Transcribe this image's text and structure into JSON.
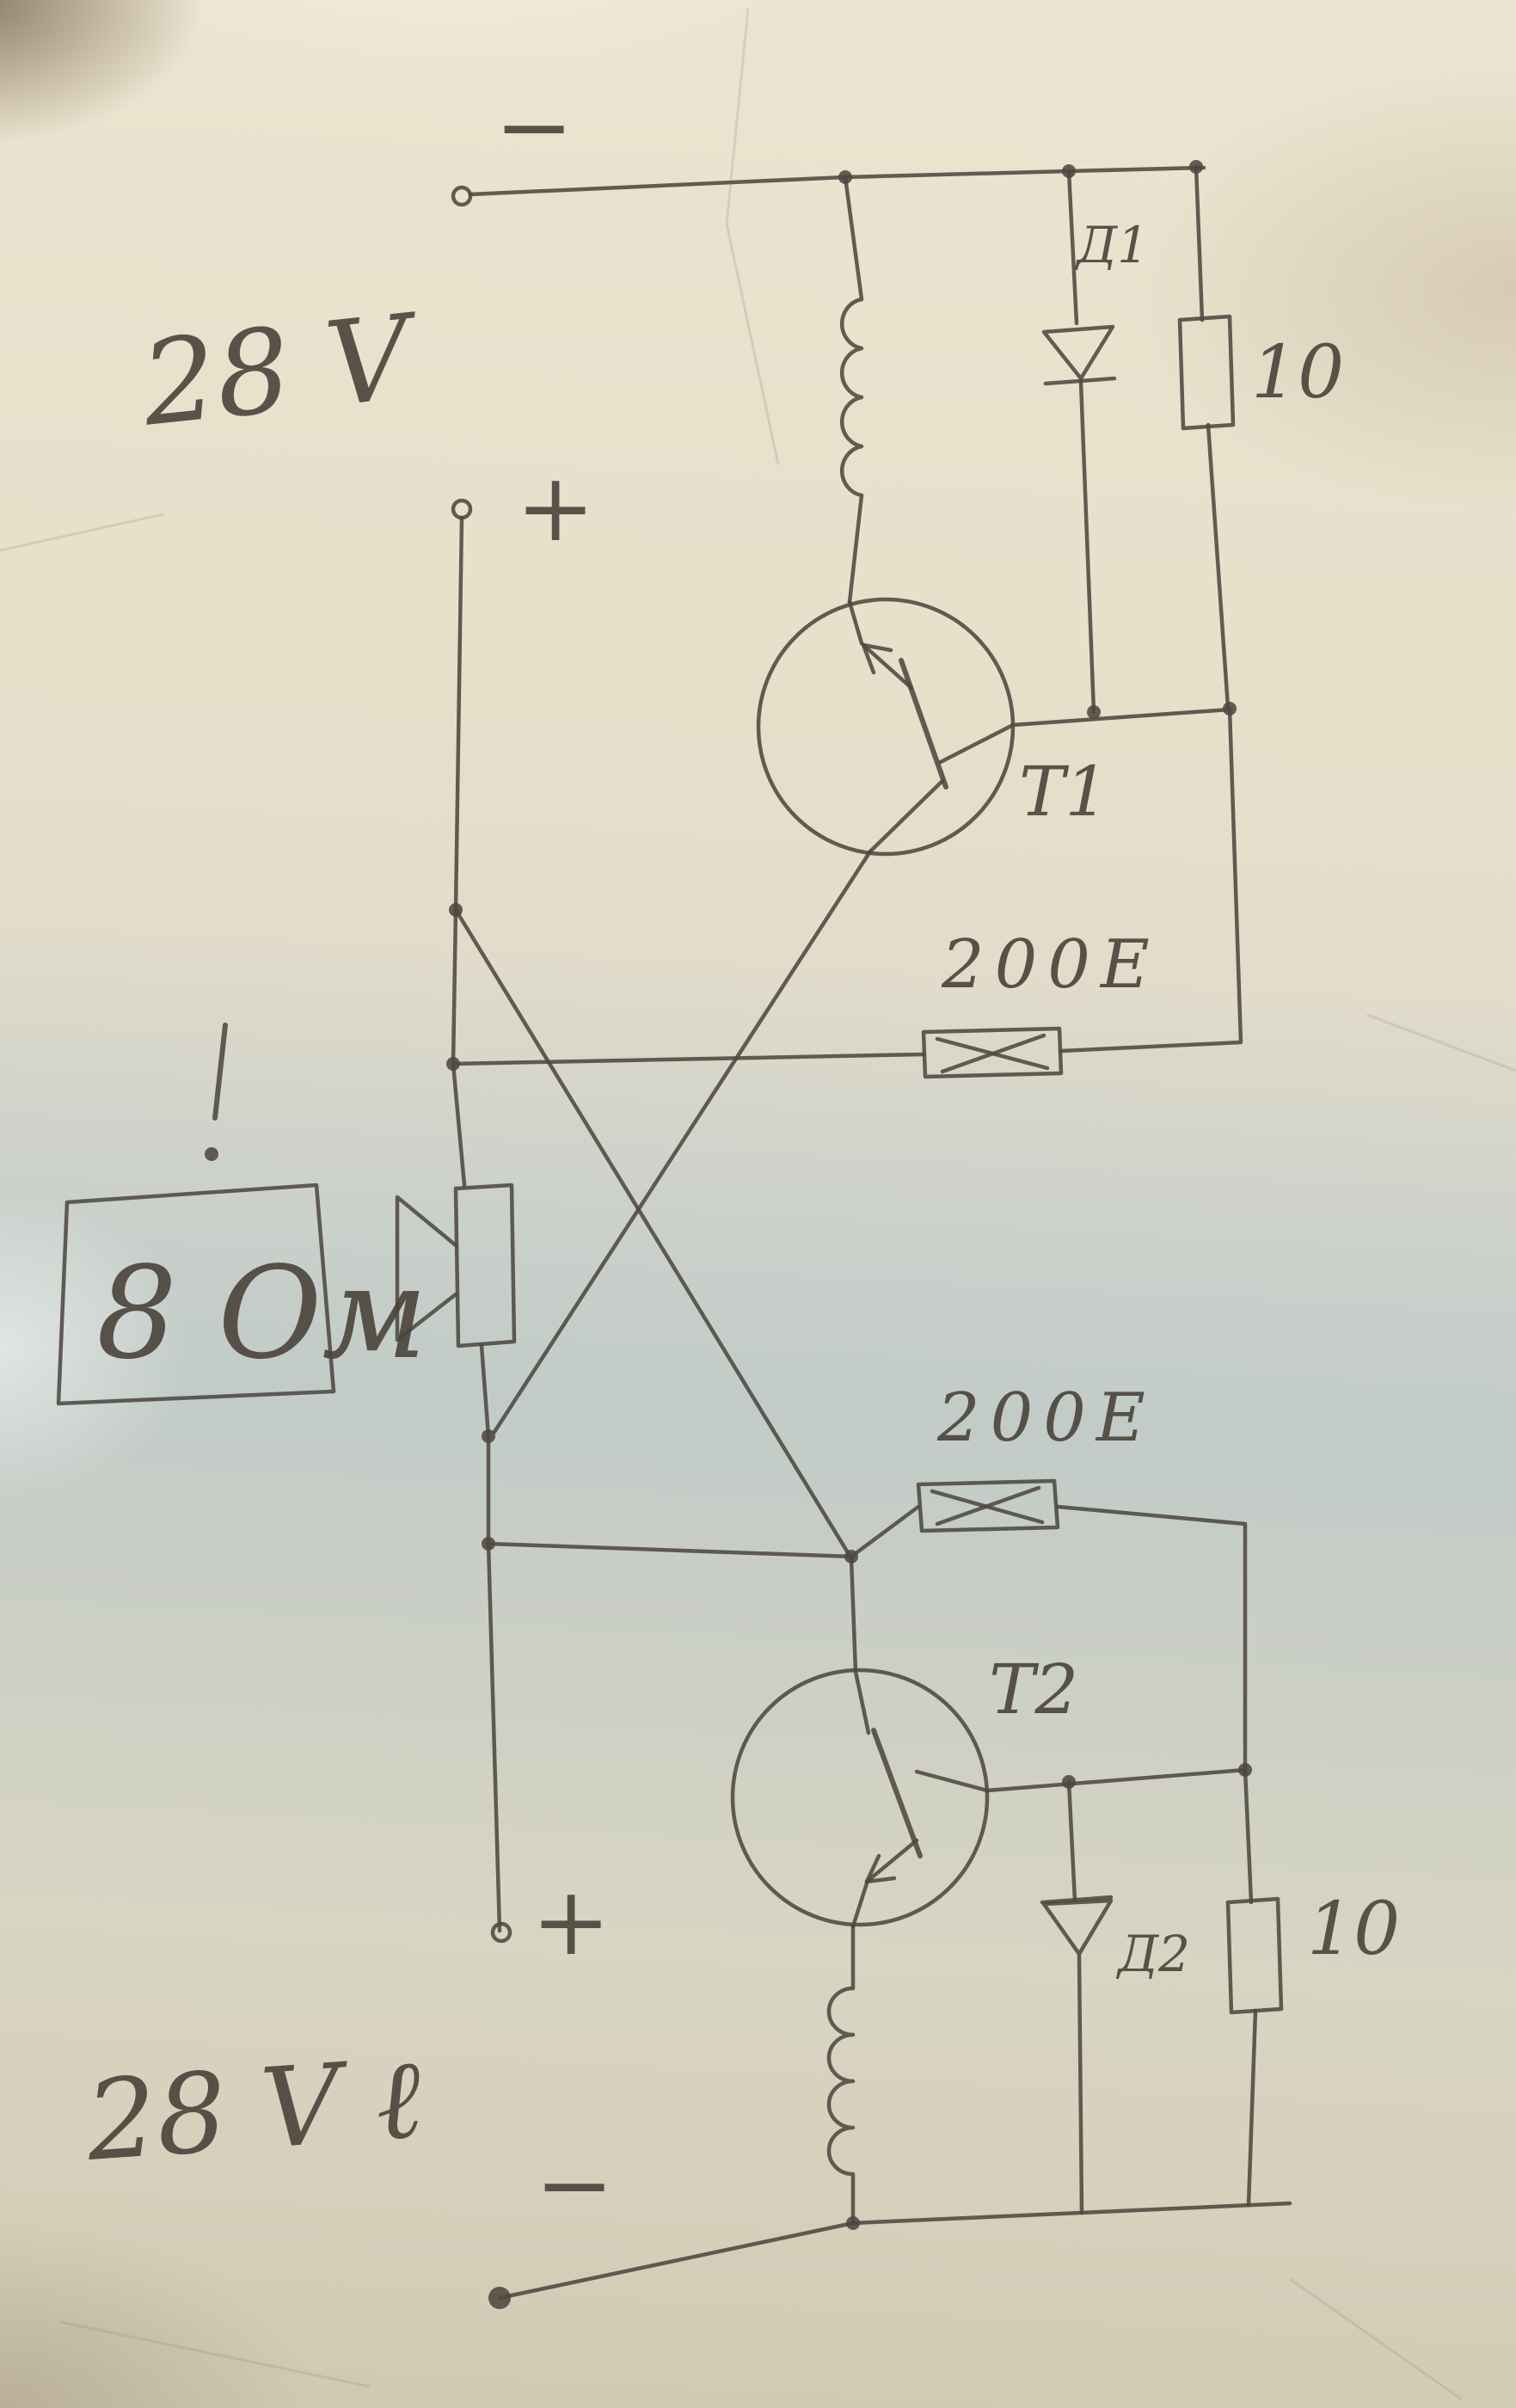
{
  "labels": {
    "supply_top": "28 V",
    "supply_bottom": "28 V ℓ",
    "terminal_top_minus": "−",
    "terminal_top_plus": "+",
    "terminal_bottom_plus": "+",
    "terminal_bottom_minus": "−",
    "diode1": "Д1",
    "diode2": "Д2",
    "resistor_top_right": "10",
    "resistor_bottom_right": "10",
    "coupling_resistor_top": "200E",
    "coupling_resistor_bottom": "200E",
    "transistor1": "T1",
    "transistor2": "T2",
    "speaker_impedance": "8 Ом"
  },
  "colors": {
    "pencil": "#4f4840",
    "paper_warm": "#e8e0cb",
    "paper_cool": "#c5cdca"
  },
  "diagram": {
    "type": "hand-drawn circuit schematic"
  }
}
